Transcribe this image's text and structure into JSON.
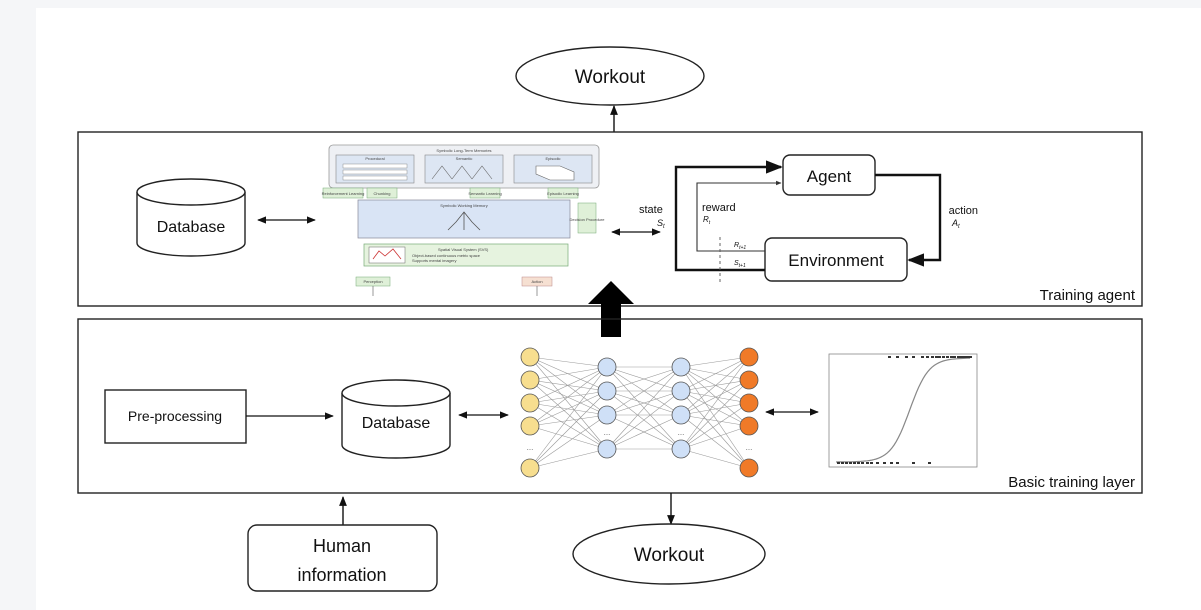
{
  "top_output": {
    "label": "Workout"
  },
  "bottom_output": {
    "label": "Workout"
  },
  "training_agent_layer": {
    "caption": "Training agent",
    "database_label": "Database",
    "cognitive_architecture": {
      "header": "Symbolic Long-Term Memories",
      "memories": [
        "Procedural",
        "Semantic",
        "Episodic"
      ],
      "learning_tags": [
        "Reinforcement Learning",
        "Chunking",
        "Semantic Learning",
        "Episodic Learning"
      ],
      "working_memory": "Symbolic Working Memory",
      "svs": "Spatial Visual System (SVS)",
      "svs_notes": [
        "Object-based continuous metric space",
        "Supports mental imagery"
      ],
      "side_box": "Decision Procedure",
      "io": [
        "Perception",
        "Action"
      ]
    },
    "rl_loop": {
      "agent": "Agent",
      "environment": "Environment",
      "state_label": "state",
      "state_symbol": "S",
      "state_sub": "t",
      "reward_label": "reward",
      "reward_symbol": "R",
      "reward_sub": "t",
      "action_label": "action",
      "action_symbol": "A",
      "action_sub": "t",
      "next_reward_symbol": "R",
      "next_reward_sub": "t+1",
      "next_state_symbol": "S",
      "next_state_sub": "t+1"
    }
  },
  "basic_training_layer": {
    "caption": "Basic training layer",
    "preprocessing_label": "Pre-processing",
    "database_label": "Database",
    "neural_network": {
      "input_color": "#f7de8f",
      "hidden_color": "#cfe0f7",
      "output_color": "#f07a28"
    }
  },
  "human_input": {
    "line1": "Human",
    "line2": "information"
  }
}
